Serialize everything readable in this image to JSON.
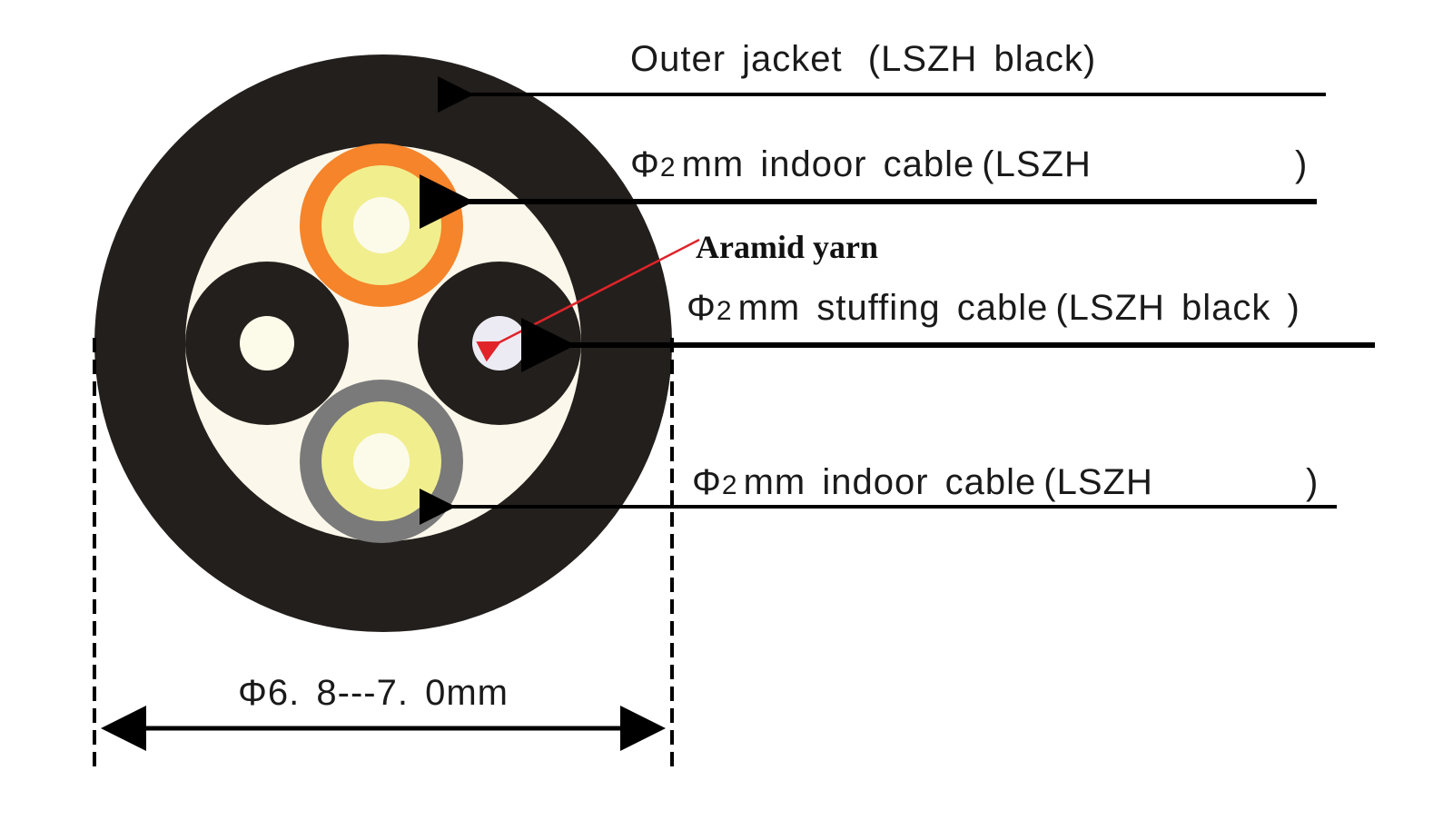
{
  "colors": {
    "jacket": "#231f1c",
    "filler": "#fbf7ea",
    "orange_sheath": "#f5842a",
    "gray_sheath": "#7a7a7a",
    "yellow_buffer": "#f1ee8e",
    "core": "#fcfbea",
    "aramid_arrow": "#e0242a",
    "leader": "#000000"
  },
  "labels": {
    "outer_jacket": {
      "main": "Outer jacket",
      "paren": "(LSZH black)"
    },
    "indoor_cable_top": {
      "prefix": "Φ",
      "size": "2",
      "main": "mm indoor cable",
      "paren_open": "(LSZH",
      "paren_close": ")"
    },
    "aramid_yarn": "Aramid yarn",
    "stuffing_cable": {
      "prefix": "Φ",
      "size": "2",
      "main": "mm stuffing cable",
      "paren": "(LSZH black )"
    },
    "indoor_cable_bottom": {
      "prefix": "Φ",
      "size": "2",
      "main": "mm indoor cable",
      "paren_open": "(LSZH",
      "paren_close": ")"
    },
    "diameter": "Φ6. 8---7. 0mm"
  }
}
